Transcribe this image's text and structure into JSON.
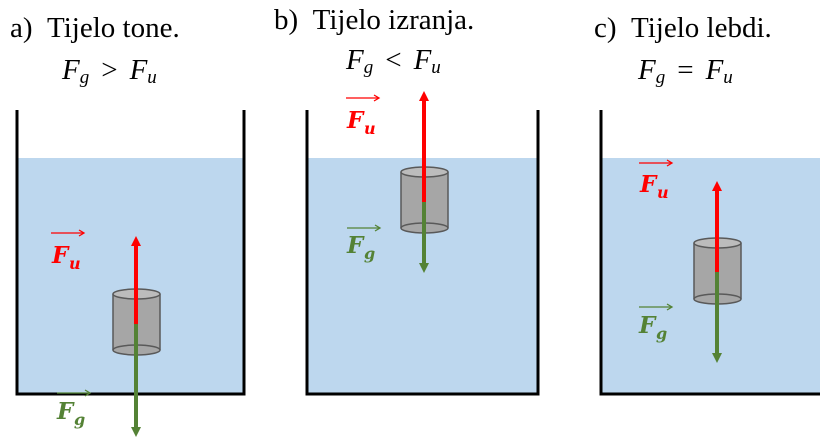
{
  "panels": [
    {
      "letter": "a)",
      "caption": "Tijelo tone.",
      "equation": {
        "left": "F",
        "left_sub": "g",
        "op": ">",
        "right": "F",
        "right_sub": "u"
      },
      "force_labels": {
        "up": "F",
        "up_sub": "u",
        "down": "F",
        "down_sub": "g"
      }
    },
    {
      "letter": "b)",
      "caption": "Tijelo izranja.",
      "equation": {
        "left": "F",
        "left_sub": "g",
        "op": "<",
        "right": "F",
        "right_sub": "u"
      },
      "force_labels": {
        "up": "F",
        "up_sub": "u",
        "down": "F",
        "down_sub": "g"
      }
    },
    {
      "letter": "c)",
      "caption": "Tijelo lebdi.",
      "equation": {
        "left": "F",
        "left_sub": "g",
        "op": "=",
        "right": "F",
        "right_sub": "u"
      },
      "force_labels": {
        "up": "F",
        "up_sub": "u",
        "down": "F",
        "down_sub": "g"
      }
    }
  ],
  "colors": {
    "water": "#bdd7ee",
    "container": "#000000",
    "body_fill": "#a6a6a6",
    "body_stroke": "#595959",
    "buoyant": "#ff0000",
    "gravity": "#548235"
  }
}
